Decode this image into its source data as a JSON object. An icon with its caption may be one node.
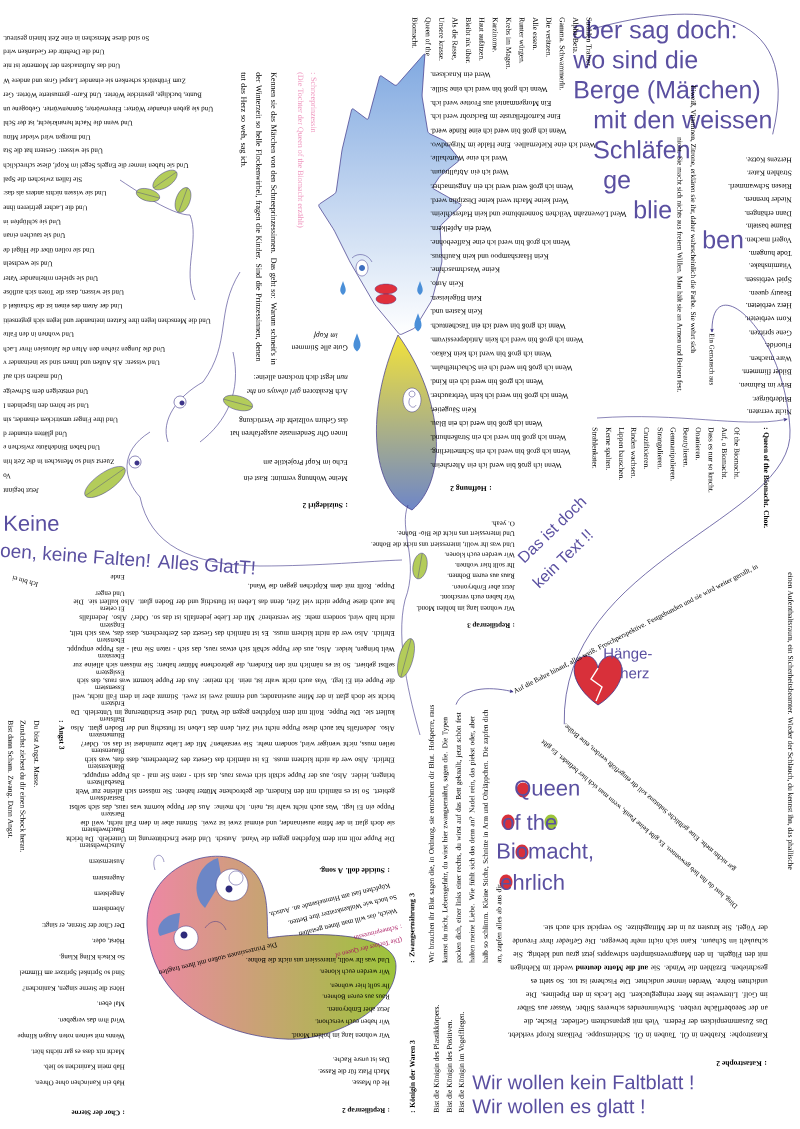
{
  "diagram": {
    "nodes": [
      {
        "text": [
          "aber sag doch:",
          "wo sind die",
          "Berge (Märchen)",
          "mit den weissen",
          "Schläfen",
          "ge",
          "blie",
          "ben"
        ]
      },
      {
        "text": [
          "Strahlen Trainer.",
          "Alpha-Beta.",
          "Gamma. Schwammerln.",
          "Die verätzen.",
          "Alle essen.",
          "Runter würgen.",
          "Krebs im Magen.",
          "Karzinome.",
          "Haut aufätzen.",
          "Bleibt nix über.",
          "Als die Rasse,",
          "Unsere krasse.",
          "Queen of the",
          "Biomacht."
        ]
      },
      {
        "text": [
          ": Zwangsernährung 3",
          "Wir brauchen ihr Blut sagen die, in Ordnung, sie entnehmen dir Blut. Hofsperre, raus kannst du nicht, Lebensgefahr, du wirst hier zwangsernährt, sagen die. Die Typen packen dich, einer links einer rechts, du wirst auf das Bett geknallt, jetzt schön fest halten meine Liebe. Wie fühlt sich das denn an? Nadel rein, das piekst oder, aber halb so schlimm. Kleine Stiche, Schnitte in Arm und Ohrläppchen. Die zapfen dich an, zapfen alles ab aus dir."
        ]
      },
      {
        "text": [
          "Auf die Bahre hinauf, alles weiß. Froschperspektive. Festgebunden und sie wird weiter gerollt, in"
        ]
      },
      {
        "text": [
          "gar nichts mehr. Eine gelbliche Substanz soll dir eingeflößt werden, eine Brühe."
        ]
      },
      {
        "text": [
          "Ein Gemansch aus"
        ]
      }
    ],
    "edges": [
      {
        "from": 0,
        "to": 1,
        "arrow": "to"
      },
      {
        "from": 2,
        "to": 3,
        "arrow": "to"
      },
      {
        "from": 4,
        "to": 5,
        "arrow": "to"
      }
    ],
    "labels": [
      ": Schneeprinzessin",
      "(Die Tochter der Queen of the Biomacht erzählt)",
      "Kennen sie das Märchen von den Schneeprinzessinnen. Das geht so: Warum schneit's in der Winterzeit so helle Flockenwirbel, fragen die Kinder. Sind die Prinzessinnen, denen tut das Herz so weh, sag ich.",
      ": Suizidegirl 2",
      "Meine Wohnung vermint: Rast ein",
      "Echo im Kopf Projektile am",
      "Innen Ohr Sendemaste ausgefahren hat",
      "das Gehirn vollzieht die Verrückung",
      "Ach Reaktoren *girl always on the*",
      "*nun* legst dich trocknen alleine:",
      "Gute alle Stimmen",
      "im Kopf",
      "Jetzt beginnt",
      "Vo",
      "Zuerst sind so Menschen in die Zeit hin",
      "Und haben Bindehäute zwischen e",
      "Und glätten einander d",
      "Und ihre Finger umstricken einander, sin",
      "Und sie hören den lispelnden I",
      "Und entsteigen dem Schweige",
      "Und machen sich auf",
      "Und wissen: Als Außen und Innen sind sie ineinander v",
      "Und die Jungen ziehen den Alten die Jalousien ihrer Lach",
      "Und wohnen in den Falte",
      "Und die Menschen legen ihre Katzen ineinander und legen sich gegenseiti",
      "Und der Atem des einen ist die Schaukel d",
      "Und sie wissen, dass die Toten sich auflöse",
      "Und sie spielen miteinander Vater",
      "Und sie wechseln",
      "Und sie rollen über die Hügel de",
      "Und sie tauchen einan",
      "Und sie schlüpfen in",
      "Und die Lacher gefrieren ihne",
      "Und sie wissen nichts anders als das:",
      "Sie fallen zwischen die Spal",
      "Und sie haben immer die Engels Segel im Kopf, diese schrecklich",
      "Und sie wissen: Gestern hat die Sta",
      "Und morgen wird wieder Minu",
      "Und wenn die Nacht herankriecht, ist der Schl",
      "Und sie geben einander Wörter: Ehrenwörter, Sonnenwörter. Gebogene un",
      "Bunte, bucklige, gestrickte Wörter. Und Karo- gemusterte Wörter. Ger",
      "Zum Frühstück schenken sie einander Laspel Gras und andere W",
      "Und das Aufknacken der Momente ist nie",
      "Und die Drehtür der Gedanken wird",
      "So sind diese Menschen in eine Zeit hinein gestreut.",
      ": Hoffnung 2",
      "Wenn ich groß bin werd ich ein Altersheim.",
      "Wenn ich groß bin werd ich ein Schmetterling.",
      "Wenn ich groß bin werd ich ein Straßenhund.",
      "Wenn ich groß bin werd ich ein Blau.",
      "Kein Säugetier.",
      "Wenn ich groß bin werd ich kein Verbraucher.",
      "Wenn ich groß bin werd ich ein Kind.",
      "Wenn ich groß bin werd ich ein Schachtelhalm.",
      "Wenn ich groß bin werd ich kein Kakao.",
      "Wenn ich groß bin werd ich kein Antidepressivum.",
      "Wenn ich groß bin werd ich ein Taschentuch.",
      "Kein Kasten und.",
      "Kein Bügeleisen.",
      "Kein Auto.",
      "Keine Waschmaschine.",
      "Kein Haarshampoo und kein Kaufhaus.",
      "Wenn ich groß bin werd ich eine Kaffeebohne.",
      "Werd ein Apfelkern.",
      "Werd Löwenzahn Veilchen Sonnenblume und kein Haferschleim.",
      "Werd keine Macht werd keine Disziplin werd.",
      "Wenn ich groß werd werd ich ein Angstmacher.",
      "Werd ich ein Abfalltraum.",
      "Werd ich eine Wartehalle.",
      "Werd ich eine Kiefernallee. Eine Halde im Nirgendwo.",
      "Wenn ich groß bin werd ich eine Rinde werd.",
      "Eine Kartoffelkruste im Backrohr werd ich.",
      "Ein Morgenmantel aus Frottee werd ich.",
      "Wenn ich groß bin werd ich eine Stille.",
      "Werd ein Knacksen.",
      "Nicht verraten.",
      "Bilderbürger.",
      "Brav im Rahmen.",
      "Bilder flimmern.",
      "Ware machen.",
      "Fluoride.",
      "Gene spritzen.",
      "Korn verbieten.",
      "Herz verbieten.",
      "Beauty queen.",
      "Spiel verbissen.",
      "Vitaminshake.",
      "Tode hungern.",
      "Vogerl machen.",
      "Bäume basteln.",
      "Dann erhängen.",
      "Nieder brennen.",
      "Riesen Schwammerl.",
      "Strahlen Kater.",
      "Herzens Kotze.",
      ": Queen of the Biomacht. Chor.",
      "Of the Biomacht.",
      "Auf, o Biomacht.",
      "Dass es nur so kracht.",
      "Onanieren.",
      "Beautylieren.",
      "Genmanipulieren.",
      "Strangulieren.",
      "Cruzifixieren.",
      "Rinden wachsen.",
      "Lippen bauschen.",
      "Kerne spalten.",
      "Strahlenkater.",
      "einen Aufenthaltsraum, ein Sicherheitsbeamter. Wieder der Schlauch, du kennst ihn, das phallische",
      "Ding, hast du ihn lieb gewonnen. Es gibt keine Panik, wenn man sich hier befindet. Es gibt",
      "Eiweiß, Vitaminen, Zitrone, erklären sie ihr, daher wahrscheinlich die Farbe. Sie wehrt sich",
      "nicht. Sie macht sich nichts aus freiem Willen. Man hält sie an Armen und Beinen fest.",
      ": Reptilienrap 3",
      "Wir wohnen lang im hohlen Mond.",
      "Wir haben euch verschont.",
      "Jetzt aber Embryonen.",
      "Raus aus euren Bohnen.",
      "Ihr sollt hier wohnen.",
      "Wir werden euch klonen.",
      "Und was ihr wollt, interessiert uns nicht die Bohne.",
      "Und interessiert uns nicht die Bio- Bohne.",
      "O. yeah.",
      ": Suicide doll. A song.",
      "Die Puppe rollt mit dem Köpfchen gegen die Wand. Autsch. Und diese Erschütterung im Unterleib. Da bricht sie doch glatt in der Mitte auseinander, und einmal zwei ist zwei. Stimmt aber in dem Fall nicht, weil die Puppe ein Ei legt. Was auch nicht wahr ist, nein. Ich meine: Aus der Puppe kommt was raus, das sich selbst gebiert. So ist es nämlich mit den Kindern, die gebrochene Mütter haben: Sie müssen sich alleine zur Welt bringen, leider. Also, aus der Puppe schält sich etwas raus, das sich - raten Sie mal - als Puppe entpuppt. Ehrlich. Also wer da nicht kichern muss. Es ist nämlich das Gesetz des Zerbrechens, dass das, was sich teilen muss, nicht weniger wird, sondern mehr. Sie verstehen? Mit der Liebe zumindest ist das so. Oder? Also. Jedenfalls hat auch diese Puppe nicht viel Zeit, denn das Leben ist flutschig und der Boden glatt. Also kullert sie. Die Puppe. Rollt mit dem Köpfchen gegen die Wand. Und diese Erschütterung im Unterleib. Da bricht sie doch glatt in der Mitte auseinander, und einmal zwei ist zwei. Stimmt aber in dem Fall nicht, weil die Puppe ein Ei legt. Was auch nicht wahr ist, nein. Ich meine: Aus der Puppe kommt was raus, das sich selbst gebiert. So ist es nämlich mit den Kindern, die gebrochene Mütter haben: Sie müssen sich alleine zur Welt bringen, leider. Also, aus der Puppe schält sich etwas raus, das sich - raten Sie mal - als Puppe entpuppt. Ehrlich. Also wer da nicht kichern muss. Es ist nämlich das Gesetz des Zerbrechens, dass das, was sich teilt, nicht halb wird, sondern mehr. Sie verstehen? Mit der Liebe jedenfalls ist das so. Oder? Also. Jedenfalls hat auch diese Puppe nicht viel Zeit, denn das Leben ist flutschig und der Boden glatt. Also kullert sie. Die Puppe. Rollt mit dem Köpfchen gegen die Wand.",
      ": Chor der Sterne",
      "Hab ein Kaninchen ohne Ohren.",
      "Hab mein Kaninchen so lieb.",
      "Macht nix dass es gar nichts hört.",
      "Wenns mit seinen roten Augen klimpe",
      "Wird ihm das vergeben.",
      "Mal eben.",
      "Hörst die Sterne singen, Kaninchen?",
      "Sind so Sprinkel Spritzer am Himmel",
      "So Kitsch Kling Klang.",
      "Hörst, oder.",
      "Der Chor der Sterne, er singt:",
      "Abendstern",
      "Angelstern",
      "Augenstern",
      "Austernstern",
      "Autschwehstern",
      "Bauchwehstern",
      "Barstern",
      "Bastardstern",
      "Baseballstern",
      "Blankenstern",
      "Blauenstern",
      "Blumenstern",
      "Ballstern",
      "Erdstern",
      "Essenstern",
      "Essigstern",
      "Eberstern",
      "Ebenstern",
      "Engstern",
      "Et cetera",
      "Und enger",
      "Ende",
      ": Reptilienrap 2",
      "He du Masse.",
      "Mach Platz für die Rasse.",
      "Das ist unsre Rache.",
      "Wir wohnen lang im hohlen Mond.",
      "Wir haben euch verschont.",
      "Jetzt aber Embryonen.",
      "Raus aus euren Bohnen.",
      "Ihr sollt hier wohnen.",
      "Wir werden euch klonen.",
      "Und was ihr wollt, interessiert uns nicht die Bohne.",
      "Die Prinzessinnen stoßen mit ihren fragilen",
      "Köpfchen fast am Himmelsende an. Autsch.",
      "So hoch wie Wolkenkratzer ihre Betten.",
      "Weich, das will man ihnen gestalten",
      ": Schneeprinzessin",
      "(Die Tochter der Queen of",
      ": Angst 3",
      "Du bist Angst. Masse.",
      "Zunächst ziehest du dir einen Schock heran.",
      "Bist dann Scham. Zwang. Dann Angst.",
      "Ich bin ei",
      ": Königin der Waren 3",
      "Bist die Königin des Plastikkörpers.",
      "Bist die Königin des Positiven.",
      "Bist die Königin im Vogelfliegen.",
      ": Katastrophe 2",
      "Katastrophe: Krabben in Öl. Tauben in Öl. Schleimsuppe. Pelikans Kropf verklebt. Das Zusammenpicken der Federn. Vieh mit gepanschtem Gefieder. Fische, die an der Seeoberfläche treiben. Schwimmendes schweres Silber. Wasser aus Silber im Golf. Literweise ins Meer reingegluckert. Die Lecks in den Pipelines. Die undichten Rohre. Werden immer undichter. Die Fischerei ist tot. So steht es geschrieben. Erzählen die Winde. Sie **auf die Motte deutend** wedelt im Klebrigen mit den Flügeln. In den Mangrovensümpfen schwappts jetzt grau und klebrig. Sie schaukelt im Schaum. Kann sich nicht mehr bewegen. Die Gefieder ihrer Freunde der Vögel. Sie krusten zu in der Mittagshitze. So verpickt sich auch sie.",
      "Keine",
      "oen, keine Falten! Alles GlatT!",
      "Das ist doch",
      "kein Text !!",
      "Hänge-",
      "herz",
      "Queen",
      "of the",
      "Biomacht,",
      "ehrlich",
      "Wir wollen kein Faltblatt !",
      "Wir wollen es glatt !"
    ]
  }
}
